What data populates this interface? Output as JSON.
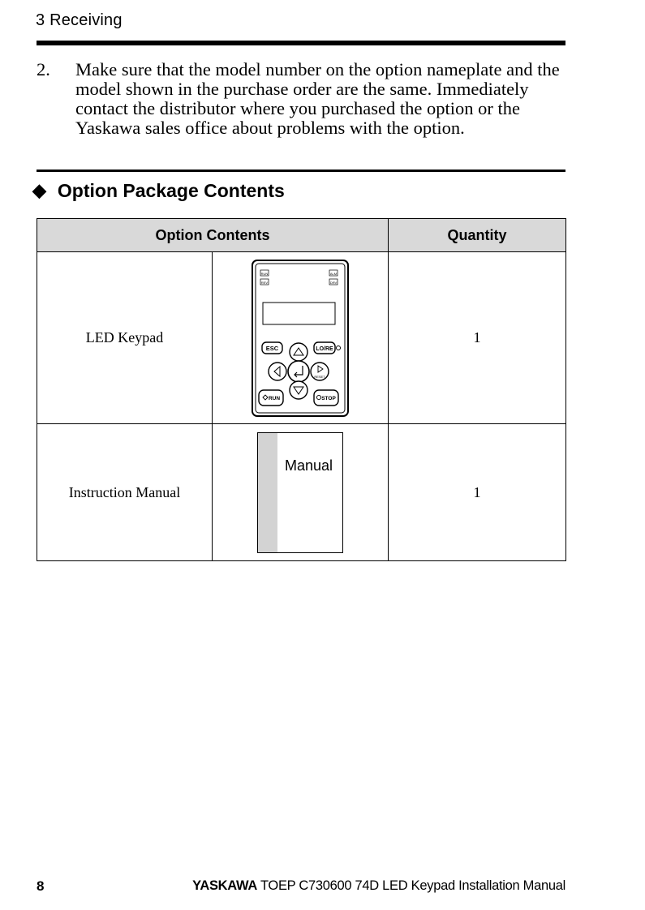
{
  "header": {
    "title": "3  Receiving"
  },
  "step": {
    "number": "2.",
    "text": "Make sure that the model number on the option nameplate and the model shown in the purchase order are the same. Immediately contact the distributor where you purchased the option or the Yaskawa sales office about problems with the option."
  },
  "section": {
    "title": "Option Package Contents"
  },
  "table": {
    "headers": [
      "Option Contents",
      "Quantity"
    ],
    "rows": [
      {
        "name": "LED Keypad",
        "quantity": "1",
        "image": "led-keypad"
      },
      {
        "name": "Instruction Manual",
        "quantity": "1",
        "image": "manual-booklet",
        "image_label": "Manual"
      }
    ]
  },
  "keypad": {
    "indicators_left": [
      "RUN",
      "REV"
    ],
    "indicators_right": [
      "ALM",
      "DRV"
    ],
    "buttons": {
      "esc": "ESC",
      "lore": "LO/RE",
      "reset": "RESET",
      "run": "RUN",
      "stop": "STOP"
    }
  },
  "footer": {
    "page": "8",
    "brand": "YASKAWA",
    "doc_title": "TOEP C730600 74D LED Keypad Installation Manual"
  }
}
